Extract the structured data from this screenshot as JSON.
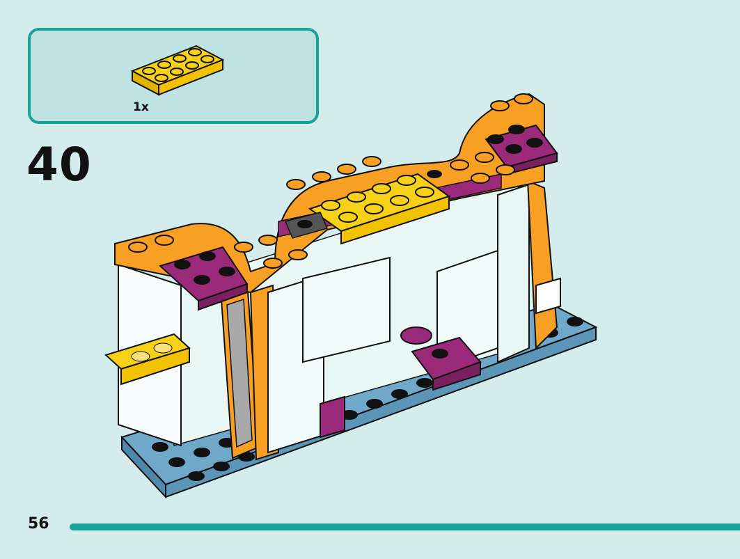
{
  "parts": {
    "quantity": "1x",
    "piece_icon": "yellow-plate-2x4-icon",
    "piece_color": "#f7d117"
  },
  "step": {
    "number": "40"
  },
  "page": {
    "number": "56"
  },
  "colors": {
    "accent": "#17a39b",
    "background": "#d5ecec",
    "panel": "#bfe3e2",
    "orange": "#f7a023",
    "magenta": "#9c2a7a",
    "yellow": "#f7d117",
    "blue": "#6fa8c8",
    "glass": "#e9f8f4"
  }
}
